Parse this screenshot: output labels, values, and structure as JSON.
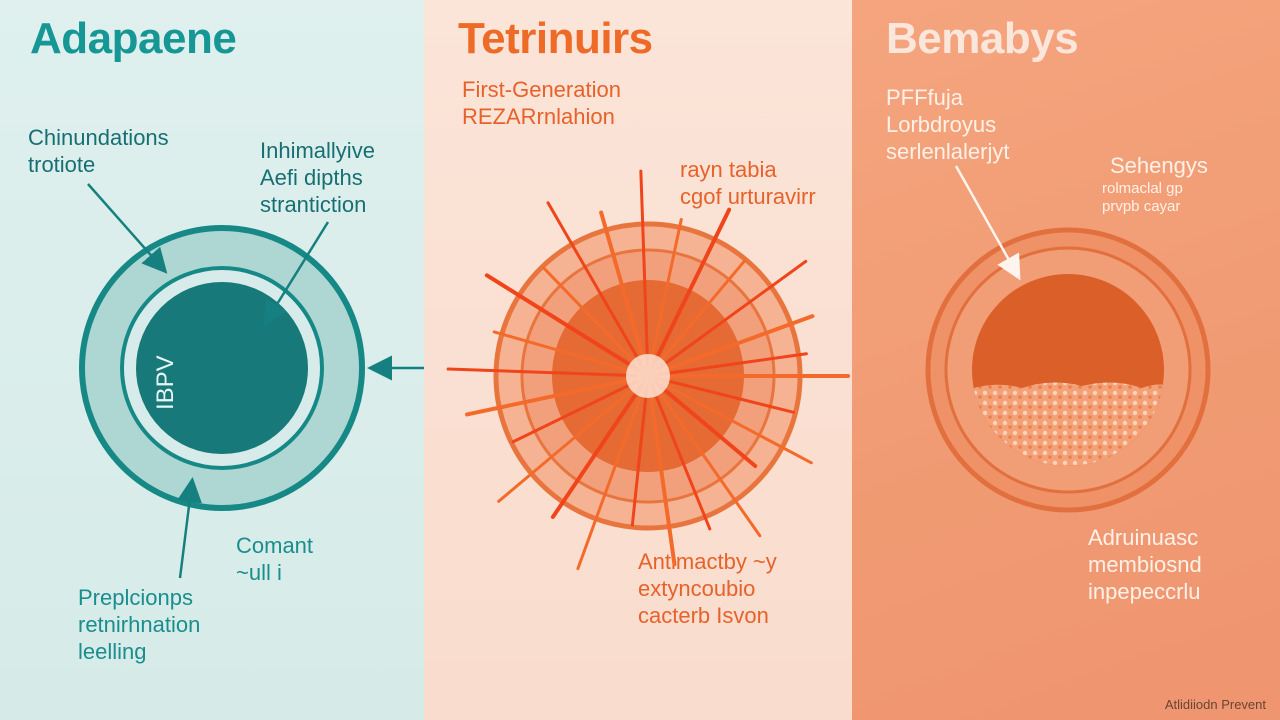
{
  "panels": [
    {
      "title": "Adapaene",
      "labels": {
        "top_left": "Chinundations\ntrotiote",
        "top_right": "Inhimallyive\nAefi dipths\nstrantiction",
        "core": "IBPV",
        "bottom_mid": "Comant\n~ull i",
        "bottom_left": "Preplcionps\nretnirhnation\nleelling"
      }
    },
    {
      "title": "Tetrinuirs",
      "labels": {
        "subtitle": "First-Generation\nREZARrnlahion",
        "top_right": "rayn tabia\ncgof urturavirr",
        "bottom": "Antimactby ~y\nextyncoubio\ncacterb Isvon"
      }
    },
    {
      "title": "Bemabys",
      "labels": {
        "top_left": "PFFfuja\nLorbdroyus\nserlenlalerjyt",
        "top_right_main": "Sehengys",
        "top_right_sub": "rolmaclal gp\nprvpb cayar",
        "bottom": "Adruinuasc\nmembiosnd\ninpepeccrlu"
      }
    }
  ],
  "badge": "Atlidiiodn Prevent",
  "colors": {
    "teal": "#169796",
    "orange": "#ee6a27",
    "coral": "#ef9570"
  }
}
